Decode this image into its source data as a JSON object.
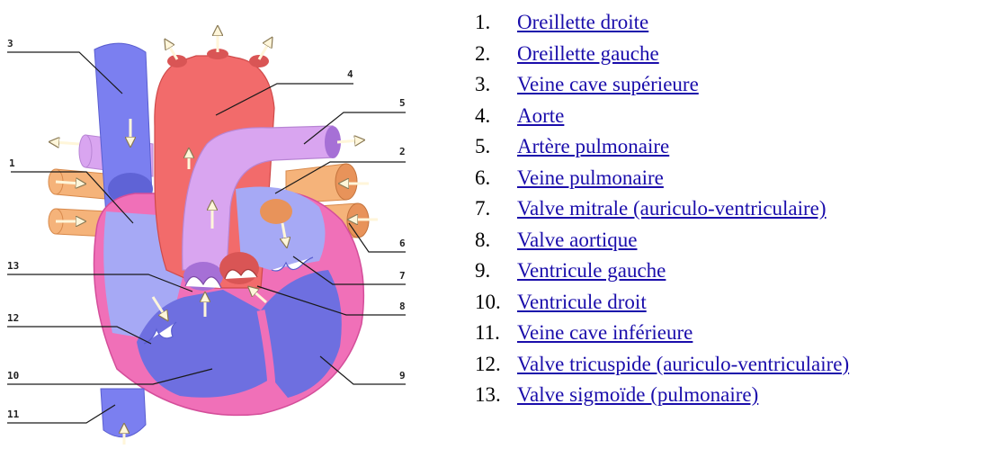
{
  "diagram": {
    "callouts": [
      "3",
      "4",
      "5",
      "2",
      "1",
      "6",
      "7",
      "13",
      "8",
      "12",
      "10",
      "9",
      "11"
    ]
  },
  "legend": {
    "items": [
      {
        "number": "1.",
        "label": "Oreillette droite"
      },
      {
        "number": "2.",
        "label": "Oreillette gauche"
      },
      {
        "number": "3.",
        "label": "Veine cave supérieure"
      },
      {
        "number": "4.",
        "label": "Aorte"
      },
      {
        "number": "5.",
        "label": "Artère pulmonaire"
      },
      {
        "number": "6.",
        "label": "Veine pulmonaire"
      },
      {
        "number": "7.",
        "label": "Valve mitrale (auriculo-ventriculaire)"
      },
      {
        "number": "8.",
        "label": "Valve aortique"
      },
      {
        "number": "9.",
        "label": "Ventricule gauche"
      },
      {
        "number": "10.",
        "label": "Ventricule droit"
      },
      {
        "number": "11.",
        "label": "Veine cave inférieure"
      },
      {
        "number": "12.",
        "label": "Valve tricuspide (auriculo-ventriculaire)"
      },
      {
        "number": "13.",
        "label": "Valve sigmoïde (pulmonaire)"
      }
    ]
  },
  "colors": {
    "vena_cava": "#7b7ff0",
    "right_atrium": "#a6a9f5",
    "aorta": "#f26b6b",
    "pulmonary_artery": "#d9a5f0",
    "pulmonary_vein": "#f5b37a",
    "ventricle": "#6e6fe0",
    "myocardium": "#f070b8",
    "link": "#1a0dab"
  }
}
